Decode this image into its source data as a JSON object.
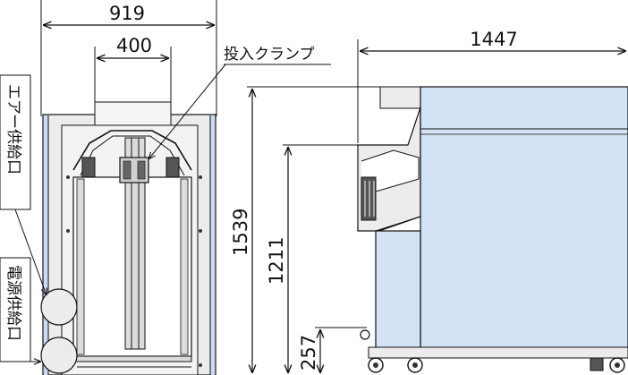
{
  "dimensions": {
    "front_width": "919",
    "front_inner_width": "400",
    "side_depth": "1447",
    "total_height": "1539",
    "inlet_height": "1211",
    "base_height": "257"
  },
  "labels": {
    "input_clamp": "投入クランプ",
    "air_supply_port": "エアー供給口",
    "power_supply_port": "電源供給口"
  },
  "colors": {
    "line": "#111111",
    "side_panel": "#d3e2f4",
    "frame_grey": "#e8e8e8",
    "dark_panel": "#555555"
  }
}
